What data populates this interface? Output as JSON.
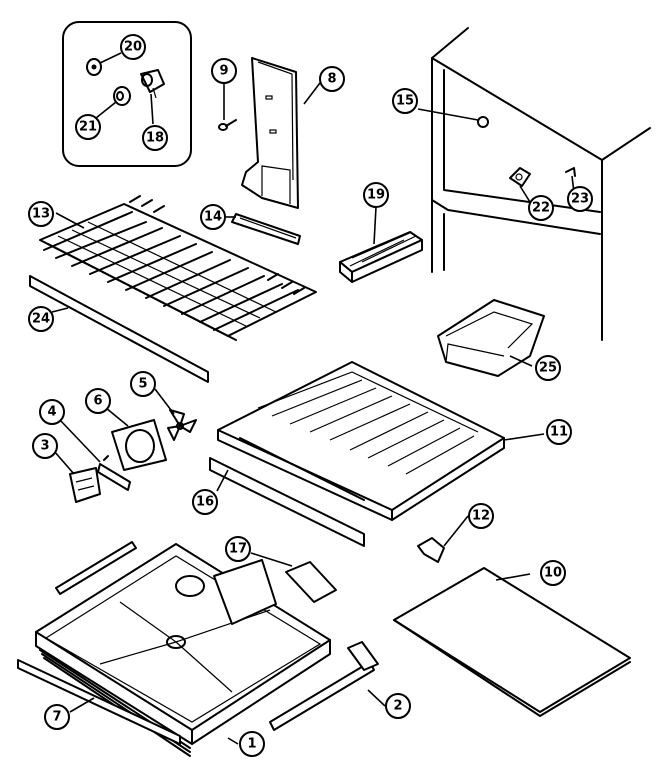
{
  "diagram": {
    "callouts": [
      {
        "id": "c20",
        "label": "20"
      },
      {
        "id": "c21",
        "label": "21"
      },
      {
        "id": "c18a",
        "label": "18"
      },
      {
        "id": "c9",
        "label": "9"
      },
      {
        "id": "c8",
        "label": "8"
      },
      {
        "id": "c15",
        "label": "15"
      },
      {
        "id": "c13",
        "label": "13"
      },
      {
        "id": "c14",
        "label": "14"
      },
      {
        "id": "c19",
        "label": "19"
      },
      {
        "id": "c22",
        "label": "22"
      },
      {
        "id": "c23",
        "label": "23"
      },
      {
        "id": "c24",
        "label": "24"
      },
      {
        "id": "c25",
        "label": "25"
      },
      {
        "id": "c5",
        "label": "5"
      },
      {
        "id": "c4",
        "label": "4"
      },
      {
        "id": "c6",
        "label": "6"
      },
      {
        "id": "c3",
        "label": "3"
      },
      {
        "id": "c11",
        "label": "11"
      },
      {
        "id": "c16",
        "label": "16"
      },
      {
        "id": "c17",
        "label": "17"
      },
      {
        "id": "c12",
        "label": "12"
      },
      {
        "id": "c10",
        "label": "10"
      },
      {
        "id": "c7",
        "label": "7"
      },
      {
        "id": "c2",
        "label": "2"
      },
      {
        "id": "c1",
        "label": "1"
      }
    ]
  }
}
